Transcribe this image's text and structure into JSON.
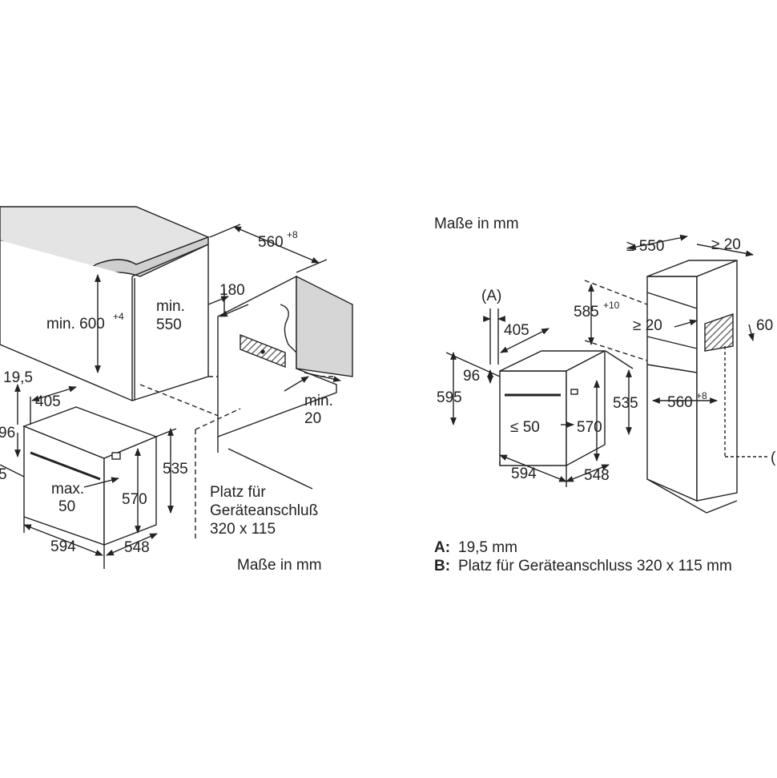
{
  "left": {
    "labels": {
      "min_600": "min. 600",
      "min_600_sup": "+4",
      "w_560": "560",
      "w_560_sup": "+8",
      "min_550_line1": "min.",
      "min_550_line2": "550",
      "d_180": "180",
      "d_19_5": "19,5",
      "d_405": "405",
      "d_96": "96",
      "d_5": "5",
      "max_50_line1": "max.",
      "max_50_line2": "50",
      "d_570": "570",
      "d_535": "535",
      "d_594": "594",
      "d_548": "548",
      "min_20_line1": "min.",
      "min_20_line2": "20",
      "platz_line1": "Platz für",
      "platz_line2": "Geräteanschluß",
      "platz_line3": "320 x 115",
      "units": "Maße in mm"
    }
  },
  "right": {
    "labels": {
      "units": "Maße in mm",
      "a_marker": "(A)",
      "a_letter": "A",
      "ge_550": "≥ 550",
      "ge_20_top": "≥ 20",
      "d_585": "585",
      "d_585_sup": "+10",
      "ge_20_mid": "≥ 20",
      "d_60": "60",
      "d_405": "405",
      "d_96": "96",
      "d_595": "595",
      "d_535": "535",
      "le_50": "≤ 50",
      "d_570": "570",
      "w_560": "560",
      "w_560_sup": "+8",
      "d_594": "594",
      "d_548": "548",
      "b_marker": "("
    },
    "legend": [
      {
        "key": "A:",
        "text": "19,5 mm"
      },
      {
        "key": "B:",
        "text": "Platz für Geräteanschluss 320 x 115 mm"
      }
    ]
  },
  "colors": {
    "line": "#222222",
    "countertop": "#e4e4e4",
    "wall": "#d6d6d6",
    "hatch": "#555555"
  }
}
